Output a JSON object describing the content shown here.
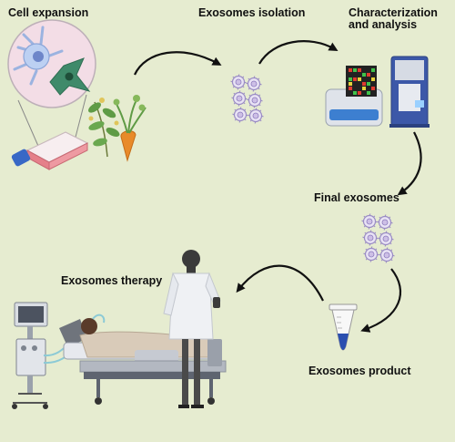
{
  "steps": {
    "cell_expansion": "Cell expansion",
    "exosomes_isolation": "Exosomes isolation",
    "characterization_line1": "Characterization",
    "characterization_line2": "and analysis",
    "final_exosomes": "Final exosomes",
    "exosomes_therapy": "Exosomes therapy",
    "exosomes_product": "Exosomes product"
  },
  "colors": {
    "background": "#e6ecd0",
    "arrow": "#111111",
    "exosome_fill": "#e9e3f5",
    "exosome_stroke": "#9a8cc4",
    "flask_media": "#e5808a",
    "cell_blue": "#bcd0f2",
    "cell_green": "#3f8a6a",
    "analyzer_body": "#3c58a8",
    "vial_liquid": "#2b4fb0"
  },
  "icons": [
    "cell-magnifier-icon",
    "culture-flask-icon",
    "plant-carrot-icon",
    "exosome-cluster-icon",
    "analyzer-instrument-icon",
    "microarray-icon",
    "tube-vial-icon",
    "doctor-icon",
    "patient-bed-icon",
    "ventilator-icon"
  ]
}
